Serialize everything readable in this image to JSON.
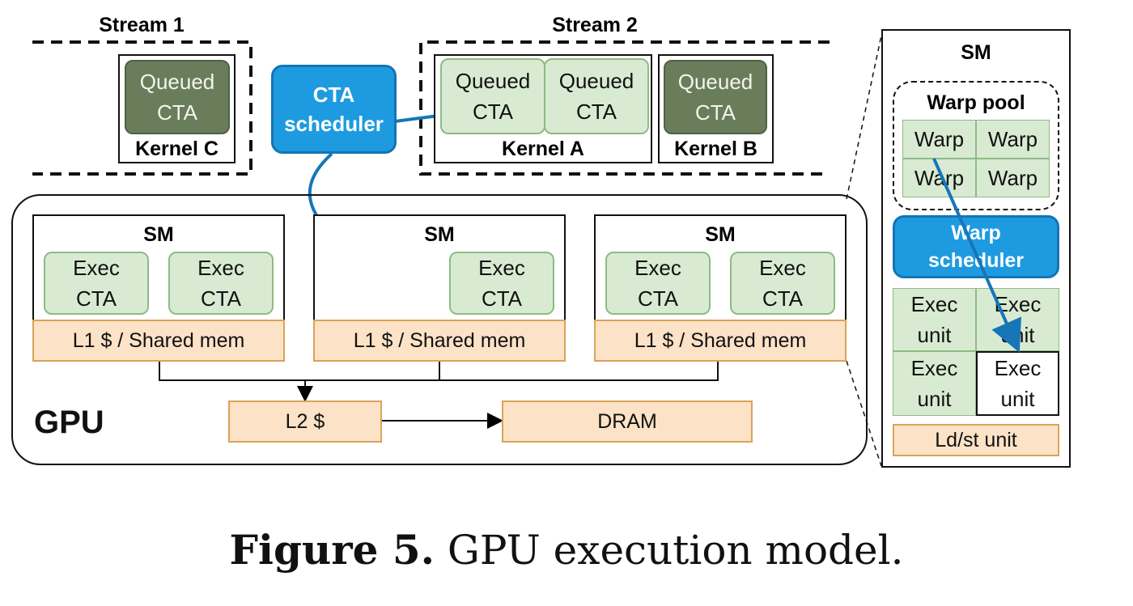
{
  "streams": {
    "stream1": "Stream 1",
    "stream2": "Stream 2"
  },
  "queued_cta": {
    "line1": "Queued",
    "line2": "CTA"
  },
  "kernels": {
    "c": "Kernel C",
    "a": "Kernel A",
    "b": "Kernel B"
  },
  "cta_scheduler": {
    "line1": "CTA",
    "line2": "scheduler"
  },
  "gpu": {
    "label": "GPU",
    "sm_label": "SM",
    "exec_cta": {
      "line1": "Exec",
      "line2": "CTA"
    },
    "l1": "L1 $ / Shared mem",
    "l2": "L2 $",
    "dram": "DRAM"
  },
  "sm_detail": {
    "title": "SM",
    "warp_pool": "Warp pool",
    "warp": "Warp",
    "warp_scheduler": {
      "line1": "Warp",
      "line2": "scheduler"
    },
    "exec_unit": {
      "line1": "Exec",
      "line2": "unit"
    },
    "ldst": "Ld/st unit"
  },
  "caption": {
    "label": "Figure 5.",
    "text": " GPU execution model."
  },
  "colors": {
    "queued_dark": "#697d5a",
    "exec_green": "#d8ebd2",
    "cache_orange": "#fce2c6",
    "scheduler_blue": "#1e9be0",
    "arrow_blue": "#1676b8"
  }
}
